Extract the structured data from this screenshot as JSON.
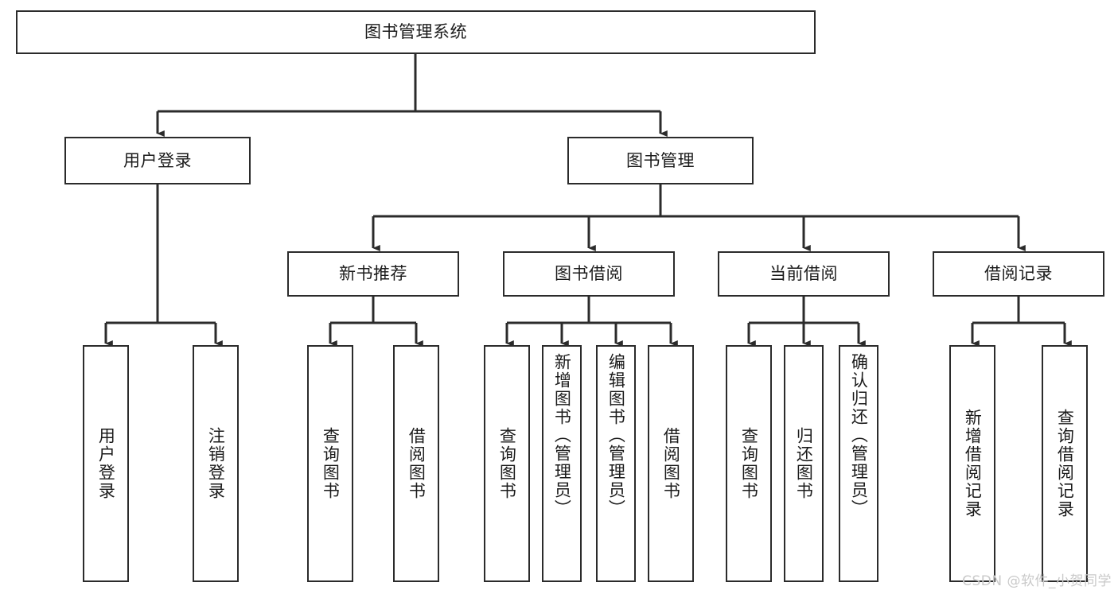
{
  "diagram": {
    "title": "图书管理系统",
    "type": "tree",
    "watermark": "CSDN @软件_小贺同学",
    "colors": {
      "stroke": "#2b2b2b",
      "fill": "#ffffff",
      "text": "#1b1b1b",
      "watermark": "#c9c9c9"
    },
    "nodes": {
      "root": {
        "label": "图书管理系统"
      },
      "level2": [
        {
          "id": "user-login",
          "label": "用户登录"
        },
        {
          "id": "book-manage",
          "label": "图书管理"
        }
      ],
      "level3": [
        {
          "id": "new-book-rec",
          "label": "新书推荐"
        },
        {
          "id": "book-borrow",
          "label": "图书借阅"
        },
        {
          "id": "current-borrow",
          "label": "当前借阅"
        },
        {
          "id": "borrow-record",
          "label": "借阅记录"
        }
      ],
      "leaves": {
        "user-login": [
          {
            "id": "leaf-user-login",
            "label": "用户登录"
          },
          {
            "id": "leaf-logout",
            "label": "注销登录"
          }
        ],
        "new-book-rec": [
          {
            "id": "leaf-query-book-1",
            "label": "查询图书"
          },
          {
            "id": "leaf-borrow-book-1",
            "label": "借阅图书"
          }
        ],
        "book-borrow": [
          {
            "id": "leaf-query-book-2",
            "label": "查询图书"
          },
          {
            "id": "leaf-add-book",
            "label": "新增图书（管理员）"
          },
          {
            "id": "leaf-edit-book",
            "label": "编辑图书（管理员）"
          },
          {
            "id": "leaf-borrow-book-2",
            "label": "借阅图书"
          }
        ],
        "current-borrow": [
          {
            "id": "leaf-query-book-3",
            "label": "查询图书"
          },
          {
            "id": "leaf-return-book",
            "label": "归还图书"
          },
          {
            "id": "leaf-confirm-return",
            "label": "确认归还（管理员）"
          }
        ],
        "borrow-record": [
          {
            "id": "leaf-add-record",
            "label": "新增借阅记录"
          },
          {
            "id": "leaf-query-record",
            "label": "查询借阅记录"
          }
        ]
      }
    }
  }
}
